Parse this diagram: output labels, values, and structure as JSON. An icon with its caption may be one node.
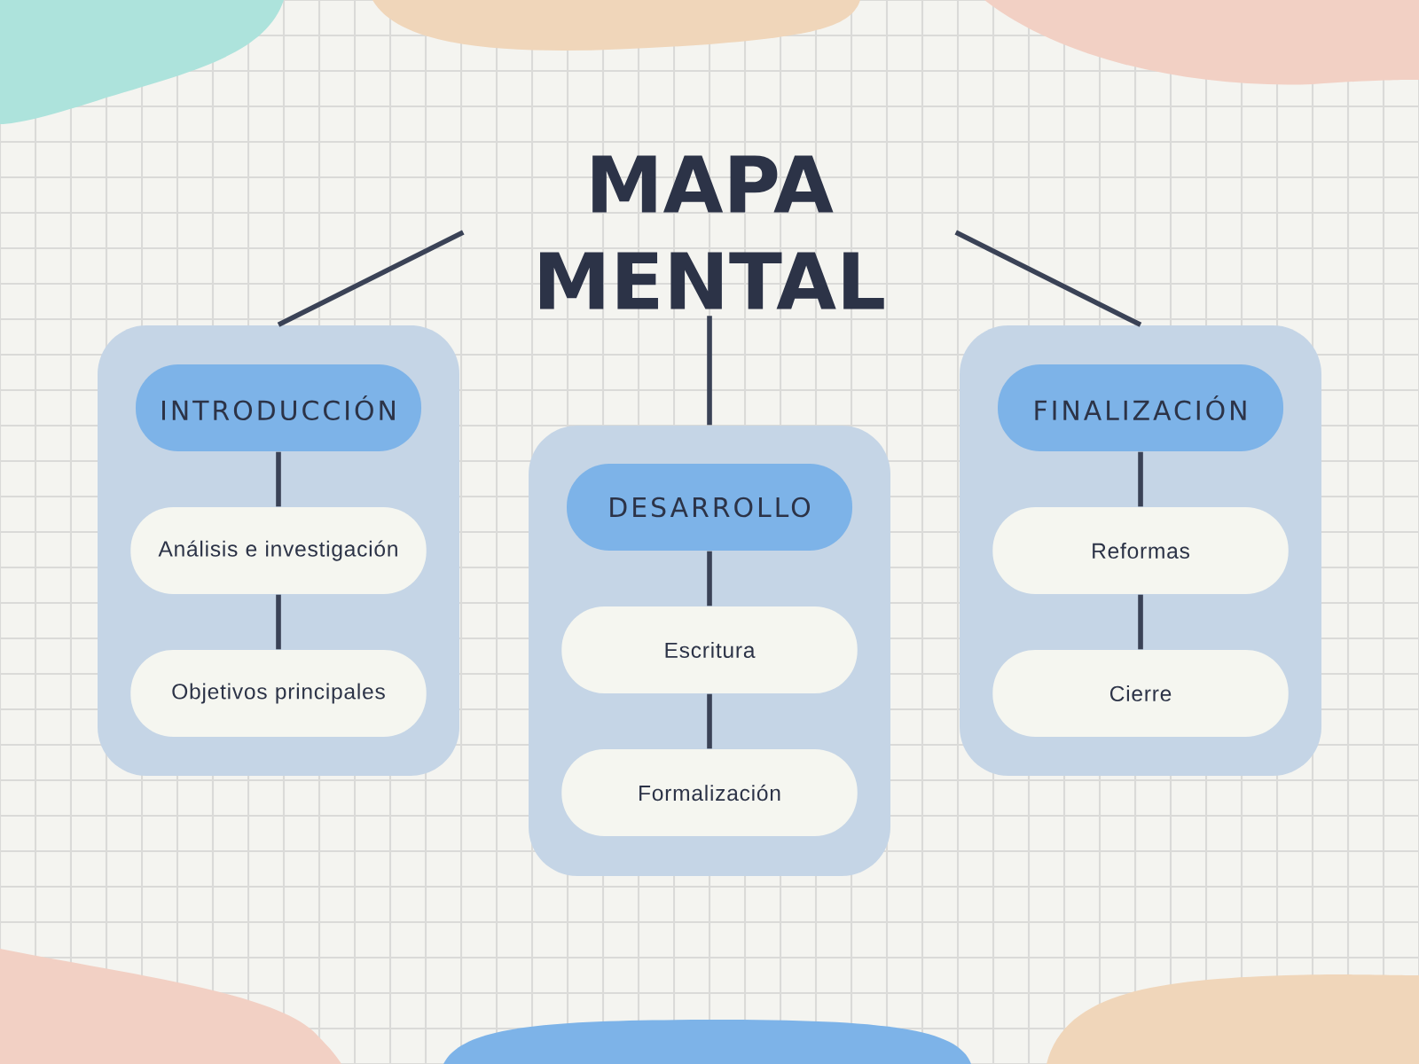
{
  "diagram": {
    "nodes": [
      {
        "text": [
          "MAPA MENTAL"
        ]
      },
      {
        "text": [],
        "shape": "box"
      },
      {
        "text": [
          "INTRODUCCIÓN"
        ],
        "in": 1
      },
      {
        "text": [
          "Análisis e investigación"
        ],
        "in": 1
      },
      {
        "text": [
          "Objetivos principales"
        ],
        "in": 1
      },
      {
        "text": [],
        "shape": "box"
      },
      {
        "text": [
          "DESARROLLO"
        ],
        "in": 5
      },
      {
        "text": [
          "Escritura"
        ],
        "in": 5
      },
      {
        "text": [
          "Formalización"
        ],
        "in": 5
      },
      {
        "text": [],
        "shape": "box"
      },
      {
        "text": [
          "FINALIZACIÓN"
        ],
        "in": 9
      },
      {
        "text": [
          "Reformas"
        ],
        "in": 9
      },
      {
        "text": [
          "Cierre"
        ],
        "in": 9
      }
    ],
    "edges": [
      {
        "from": 0,
        "to": 1,
        "arrow": "none"
      },
      {
        "from": 0,
        "to": 5,
        "arrow": "none"
      },
      {
        "from": 0,
        "to": 9,
        "arrow": "none"
      },
      {
        "from": 2,
        "to": 3,
        "arrow": "none"
      },
      {
        "from": 3,
        "to": 4,
        "arrow": "none"
      },
      {
        "from": 6,
        "to": 7,
        "arrow": "none"
      },
      {
        "from": 7,
        "to": 8,
        "arrow": "none"
      },
      {
        "from": 10,
        "to": 11,
        "arrow": "none"
      },
      {
        "from": 11,
        "to": 12,
        "arrow": "none"
      }
    ]
  }
}
